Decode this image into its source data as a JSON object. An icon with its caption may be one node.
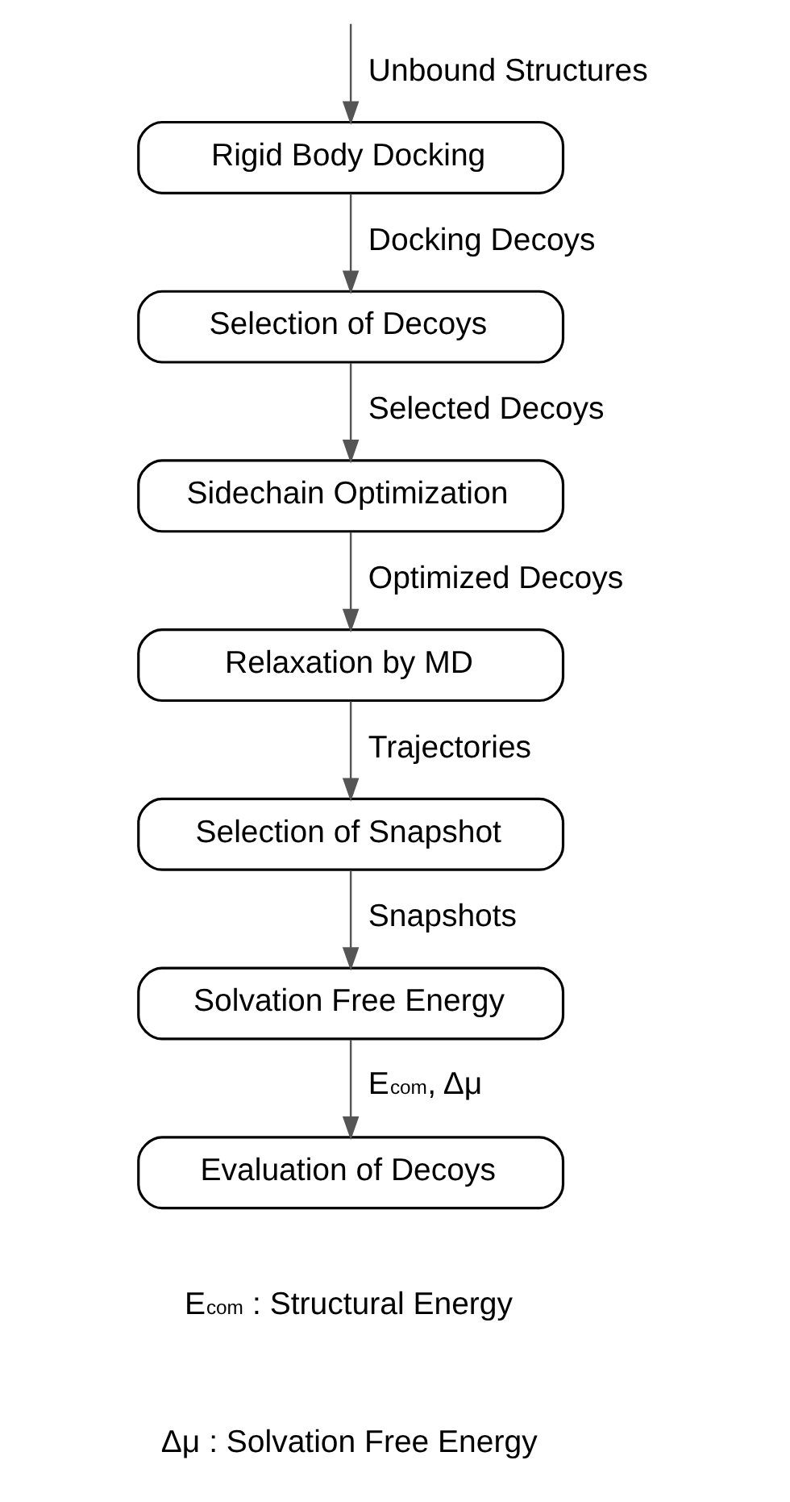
{
  "diagram": {
    "nodes": [
      {
        "text": [
          "Rigid Body Docking"
        ]
      },
      {
        "text": [
          "Selection of Decoys"
        ]
      },
      {
        "text": [
          "Sidechain Optimization"
        ]
      },
      {
        "text": [
          "Relaxation by MD"
        ]
      },
      {
        "text": [
          "Selection of Snapshot"
        ]
      },
      {
        "text": [
          "Solvation Free Energy"
        ]
      },
      {
        "text": [
          "Evaluation of Decoys"
        ]
      }
    ],
    "edges": [
      {
        "from": null,
        "to": 0,
        "arrow": "to",
        "label": "Unbound Structures"
      },
      {
        "from": 0,
        "to": 1,
        "arrow": "to",
        "label": "Docking Decoys"
      },
      {
        "from": 1,
        "to": 2,
        "arrow": "to",
        "label": "Selected Decoys"
      },
      {
        "from": 2,
        "to": 3,
        "arrow": "to",
        "label": "Optimized Decoys"
      },
      {
        "from": 3,
        "to": 4,
        "arrow": "to",
        "label": "Trajectories"
      },
      {
        "from": 4,
        "to": 5,
        "arrow": "to",
        "label": "Snapshots"
      },
      {
        "from": 5,
        "to": 6,
        "arrow": "to",
        "label": "E$_{com}$, Δμ"
      }
    ],
    "labels": [
      "E$_{com}$ : Structural Energy",
      "Δμ : Solvation Free Energy"
    ]
  }
}
